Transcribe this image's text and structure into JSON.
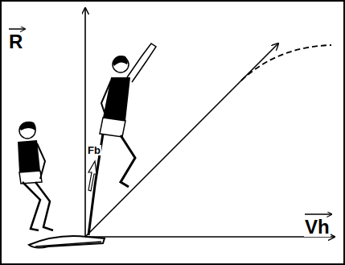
{
  "diagram": {
    "labels": [
      "R",
      "Fb",
      "Vh"
    ]
  }
}
